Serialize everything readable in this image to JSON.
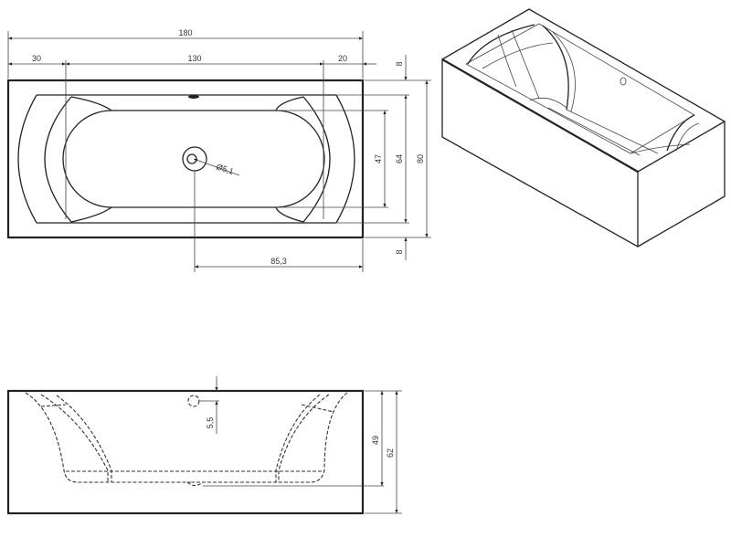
{
  "drawing": {
    "subject": "Rectangular double-ended bathtub technical drawing",
    "units": "cm",
    "line_color": "#222222",
    "background": "#ffffff"
  },
  "top_view": {
    "dims": {
      "overall_length": "180",
      "left_offset": "30",
      "inner_length": "130",
      "right_offset": "20",
      "top_rim": "8",
      "bottom_rim": "8",
      "inner_width": "64",
      "overall_width": "80",
      "basin_width": "47",
      "drain_diameter": "Ø5,1",
      "drain_to_end": "85,3"
    }
  },
  "side_view": {
    "dims": {
      "overflow_height": "5,5",
      "inner_depth": "49",
      "overall_height": "62"
    }
  },
  "iso_view": {
    "label": "isometric-view"
  }
}
